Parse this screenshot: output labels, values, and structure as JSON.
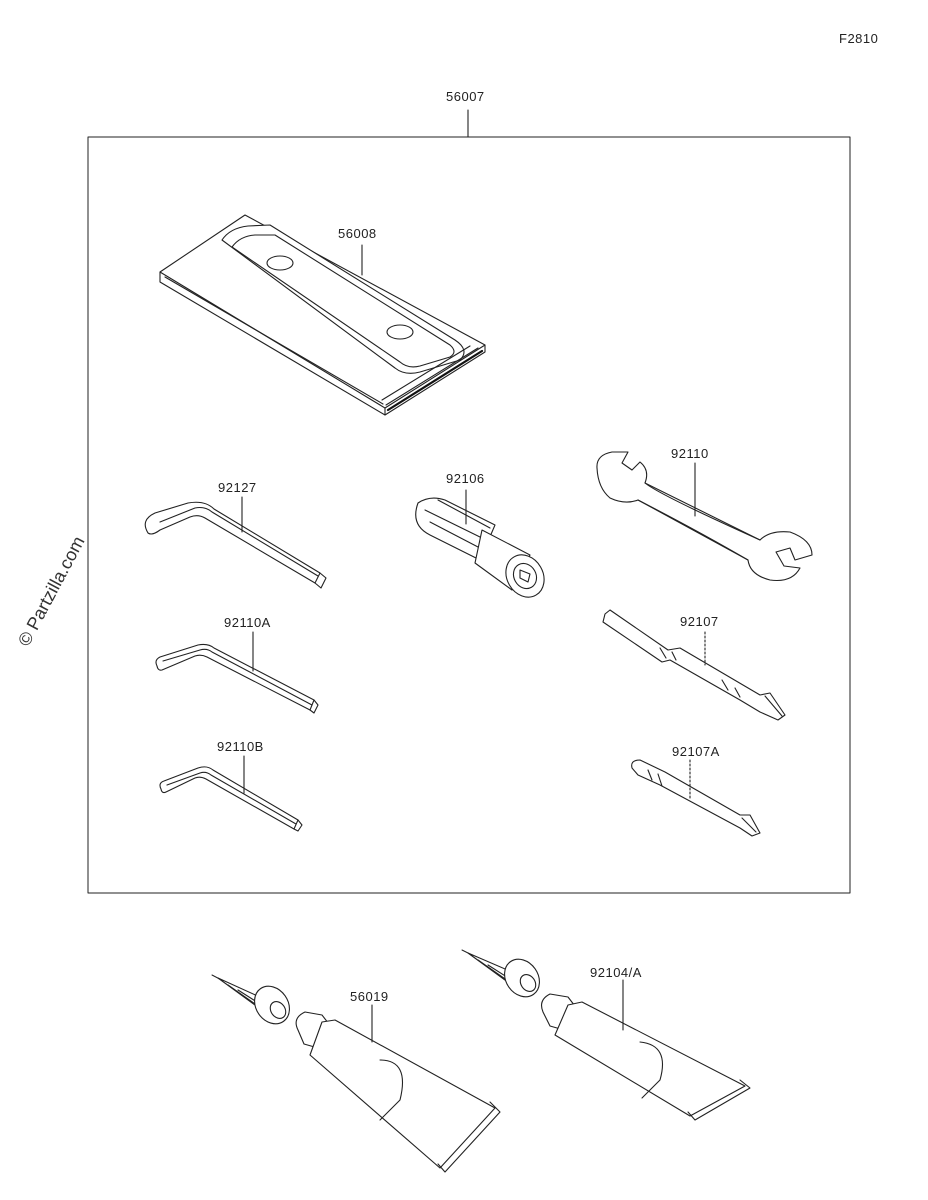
{
  "figure_code": "F2810",
  "watermark": "© Partzilla.com",
  "labels": {
    "kit": "56007",
    "case": "56008",
    "hex_wrench_1": "92127",
    "hex_wrench_2": "92110A",
    "hex_wrench_3": "92110B",
    "plug_driver": "92106",
    "wrench": "92110",
    "screwdriver_1": "92107",
    "screwdriver_2": "92107A",
    "tube_1": "56019",
    "tube_2": "92104/A"
  }
}
